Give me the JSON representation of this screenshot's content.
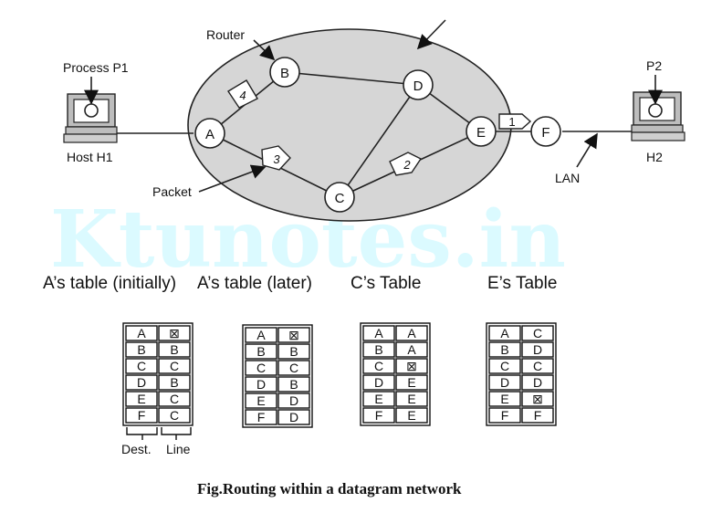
{
  "watermark": "Ktunotes.in",
  "labels": {
    "router": "Router",
    "process_p1": "Process P1",
    "host_h1": "Host H1",
    "packet": "Packet",
    "p2": "P2",
    "h2": "H2",
    "lan": "LAN"
  },
  "nodes": [
    "A",
    "B",
    "C",
    "D",
    "E",
    "F"
  ],
  "packets": [
    "1",
    "2",
    "3",
    "4"
  ],
  "table_headers": [
    "A’s table (initially)",
    "A’s table (later)",
    "C’s Table",
    "E’s Table"
  ],
  "tables": [
    {
      "rows": [
        [
          "A",
          "⊠"
        ],
        [
          "B",
          "B"
        ],
        [
          "C",
          "C"
        ],
        [
          "D",
          "B"
        ],
        [
          "E",
          "C"
        ],
        [
          "F",
          "C"
        ]
      ]
    },
    {
      "rows": [
        [
          "A",
          "⊠"
        ],
        [
          "B",
          "B"
        ],
        [
          "C",
          "C"
        ],
        [
          "D",
          "B"
        ],
        [
          "E",
          "D"
        ],
        [
          "F",
          "D"
        ]
      ]
    },
    {
      "rows": [
        [
          "A",
          "A"
        ],
        [
          "B",
          "A"
        ],
        [
          "C",
          "⊠"
        ],
        [
          "D",
          "E"
        ],
        [
          "E",
          "E"
        ],
        [
          "F",
          "E"
        ]
      ]
    },
    {
      "rows": [
        [
          "A",
          "C"
        ],
        [
          "B",
          "D"
        ],
        [
          "C",
          "C"
        ],
        [
          "D",
          "D"
        ],
        [
          "E",
          "⊠"
        ],
        [
          "F",
          "F"
        ]
      ]
    }
  ],
  "brace_labels": {
    "dest": "Dest.",
    "line": "Line"
  },
  "caption": "Fig.Routing within a datagram network"
}
